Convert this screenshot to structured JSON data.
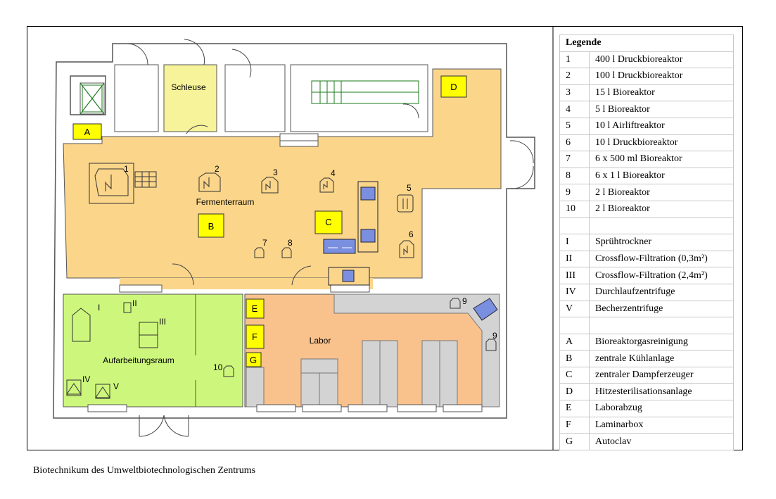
{
  "caption": "Biotechnikum des Umweltbiotechnologischen Zentrums",
  "legend": {
    "title": "Legende",
    "rows": [
      {
        "key": "1",
        "value": "400 l Druckbioreaktor"
      },
      {
        "key": "2",
        "value": "100 l Druckbioreaktor"
      },
      {
        "key": "3",
        "value": "15 l Bioreaktor"
      },
      {
        "key": "4",
        "value": "5 l Bioreaktor"
      },
      {
        "key": "5",
        "value": "10 l Airliftreaktor"
      },
      {
        "key": "6",
        "value": "10 l Druckbioreaktor"
      },
      {
        "key": "7",
        "value": "6 x 500 ml Bioreaktor"
      },
      {
        "key": "8",
        "value": "6 x 1 l Bioreaktor"
      },
      {
        "key": "9",
        "value": "2 l Bioreaktor"
      },
      {
        "key": "10",
        "value": "2 l Bioreaktor"
      },
      {
        "key": "",
        "value": ""
      },
      {
        "key": "I",
        "value": "Sprühtrockner"
      },
      {
        "key": "II",
        "value": "Crossflow-Filtration (0,3m²)"
      },
      {
        "key": "III",
        "value": "Crossflow-Filtration (2,4m²)"
      },
      {
        "key": "IV",
        "value": "Durchlaufzentrifuge"
      },
      {
        "key": "V",
        "value": "Becherzentrifuge"
      },
      {
        "key": "",
        "value": ""
      },
      {
        "key": "A",
        "value": "Bioreaktorgasreinigung"
      },
      {
        "key": "B",
        "value": "zentrale Kühlanlage"
      },
      {
        "key": "C",
        "value": "zentraler Dampferzeuger"
      },
      {
        "key": "D",
        "value": "Hitzesterilisationsanlage"
      },
      {
        "key": "E",
        "value": "Laborabzug"
      },
      {
        "key": "F",
        "value": "Laminarbox"
      },
      {
        "key": "G",
        "value": "Autoclav"
      }
    ]
  },
  "rooms": {
    "schleuse": "Schleuse",
    "fermenterraum": "Fermenterraum",
    "aufarbeitungsraum": "Aufarbeitungsraum",
    "labor": "Labor"
  },
  "boxes": {
    "A": "A",
    "B": "B",
    "C": "C",
    "D": "D",
    "E": "E",
    "F": "F",
    "G": "G"
  },
  "numbers": {
    "n1": "1",
    "n2": "2",
    "n3": "3",
    "n4": "4",
    "n5": "5",
    "n6": "6",
    "n7": "7",
    "n8": "8",
    "n9a": "9",
    "n9b": "9",
    "n10": "10"
  },
  "roman": {
    "I": "I",
    "II": "II",
    "III": "III",
    "IV": "IV",
    "V": "V"
  },
  "colors": {
    "fermenter": "#fad58a",
    "schleuse": "#f6f39a",
    "aufarbeitung": "#cdf77c",
    "labor": "#f9c28c",
    "equipment_yellow": "#ffff00",
    "bench_gray": "#d3d3d3"
  }
}
